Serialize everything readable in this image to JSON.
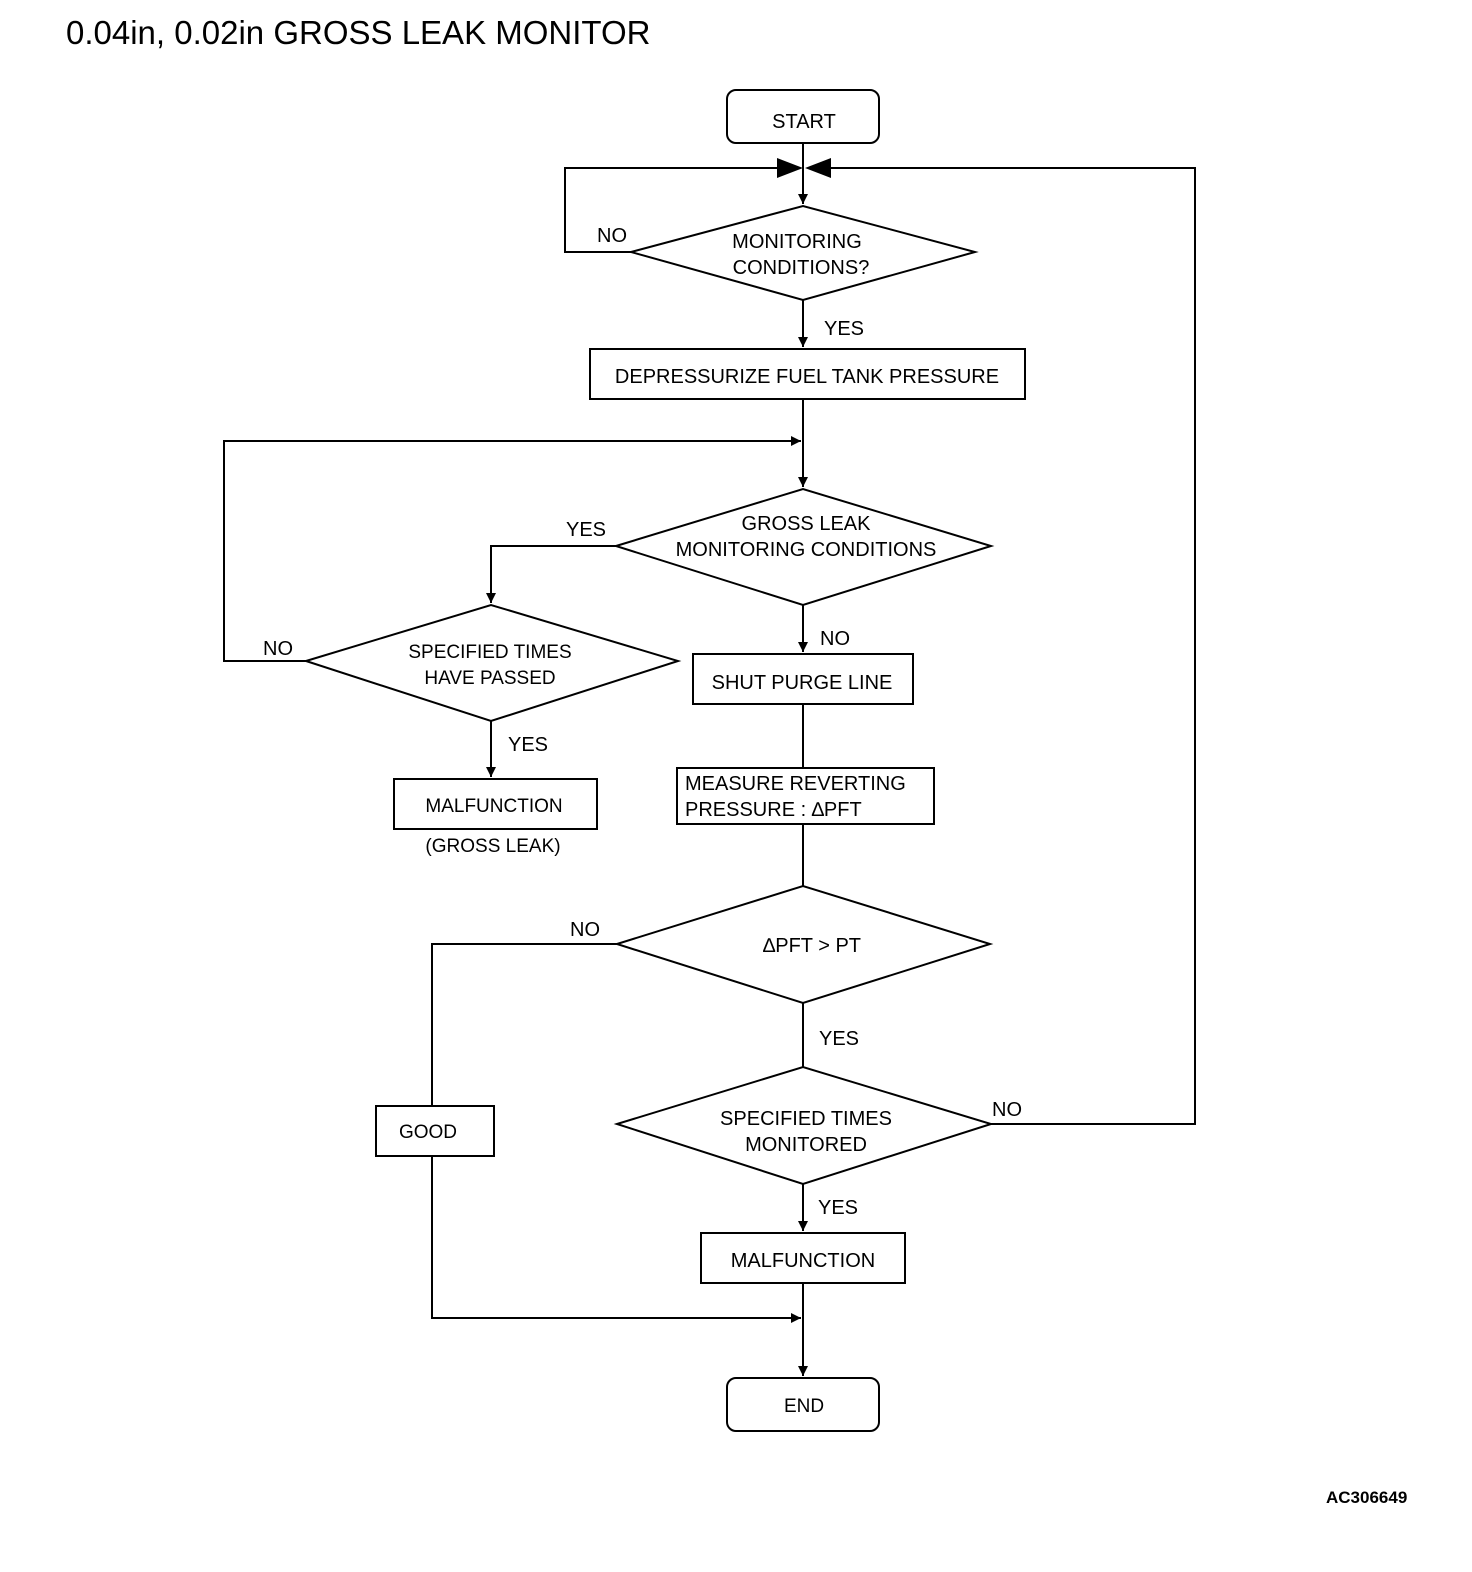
{
  "title": "0.04in, 0.02in GROSS LEAK MONITOR",
  "figure_code": "AC306649",
  "nodes": {
    "start": "START",
    "monitoring_conditions": [
      "MONITORING",
      "CONDITIONS?"
    ],
    "depressurize": "DEPRESSURIZE FUEL TANK PRESSURE",
    "gross_leak_conditions": [
      "GROSS LEAK",
      "MONITORING CONDITIONS"
    ],
    "specified_times_passed": [
      "SPECIFIED TIMES",
      "HAVE PASSED"
    ],
    "malfunction_gross": "MALFUNCTION",
    "malfunction_gross_note": "(GROSS LEAK)",
    "shut_purge": "SHUT PURGE LINE",
    "measure_reverting": [
      "MEASURE REVERTING",
      "PRESSURE : ∆PFT"
    ],
    "compare": "∆PFT > PT",
    "good": "GOOD",
    "specified_times_monitored": [
      "SPECIFIED TIMES",
      "MONITORED"
    ],
    "malfunction": "MALFUNCTION",
    "end": "END"
  },
  "edge_labels": {
    "monitoring_no": "NO",
    "monitoring_yes": "YES",
    "gross_yes": "YES",
    "gross_no": "NO",
    "passed_no": "NO",
    "passed_yes": "YES",
    "compare_no": "NO",
    "compare_yes": "YES",
    "monitored_no": "NO",
    "monitored_yes": "YES"
  }
}
